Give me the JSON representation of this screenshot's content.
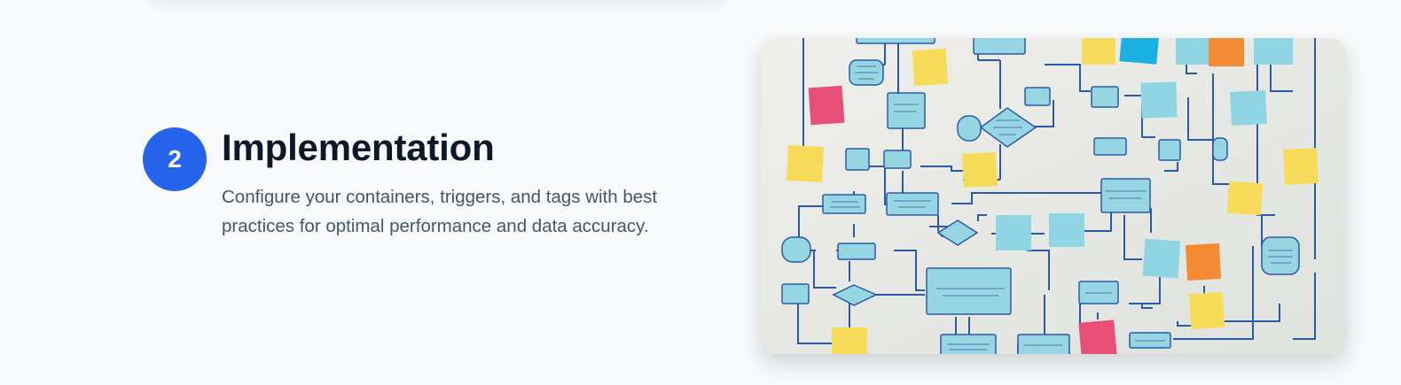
{
  "step": {
    "number": "2",
    "title": "Implementation",
    "description": "Configure your containers, triggers, and tags with best practices for optimal performance and data accuracy."
  },
  "image": {
    "subject": "flowchart-whiteboard-photo",
    "colors": {
      "board": "#e9ebe7",
      "box_fill": "#96d6e3",
      "line": "#2b5aa6",
      "note_yellow": "#f6dc5a",
      "note_pink": "#e8507a",
      "note_orange": "#f58a35",
      "note_blue": "#1ab0df"
    }
  }
}
